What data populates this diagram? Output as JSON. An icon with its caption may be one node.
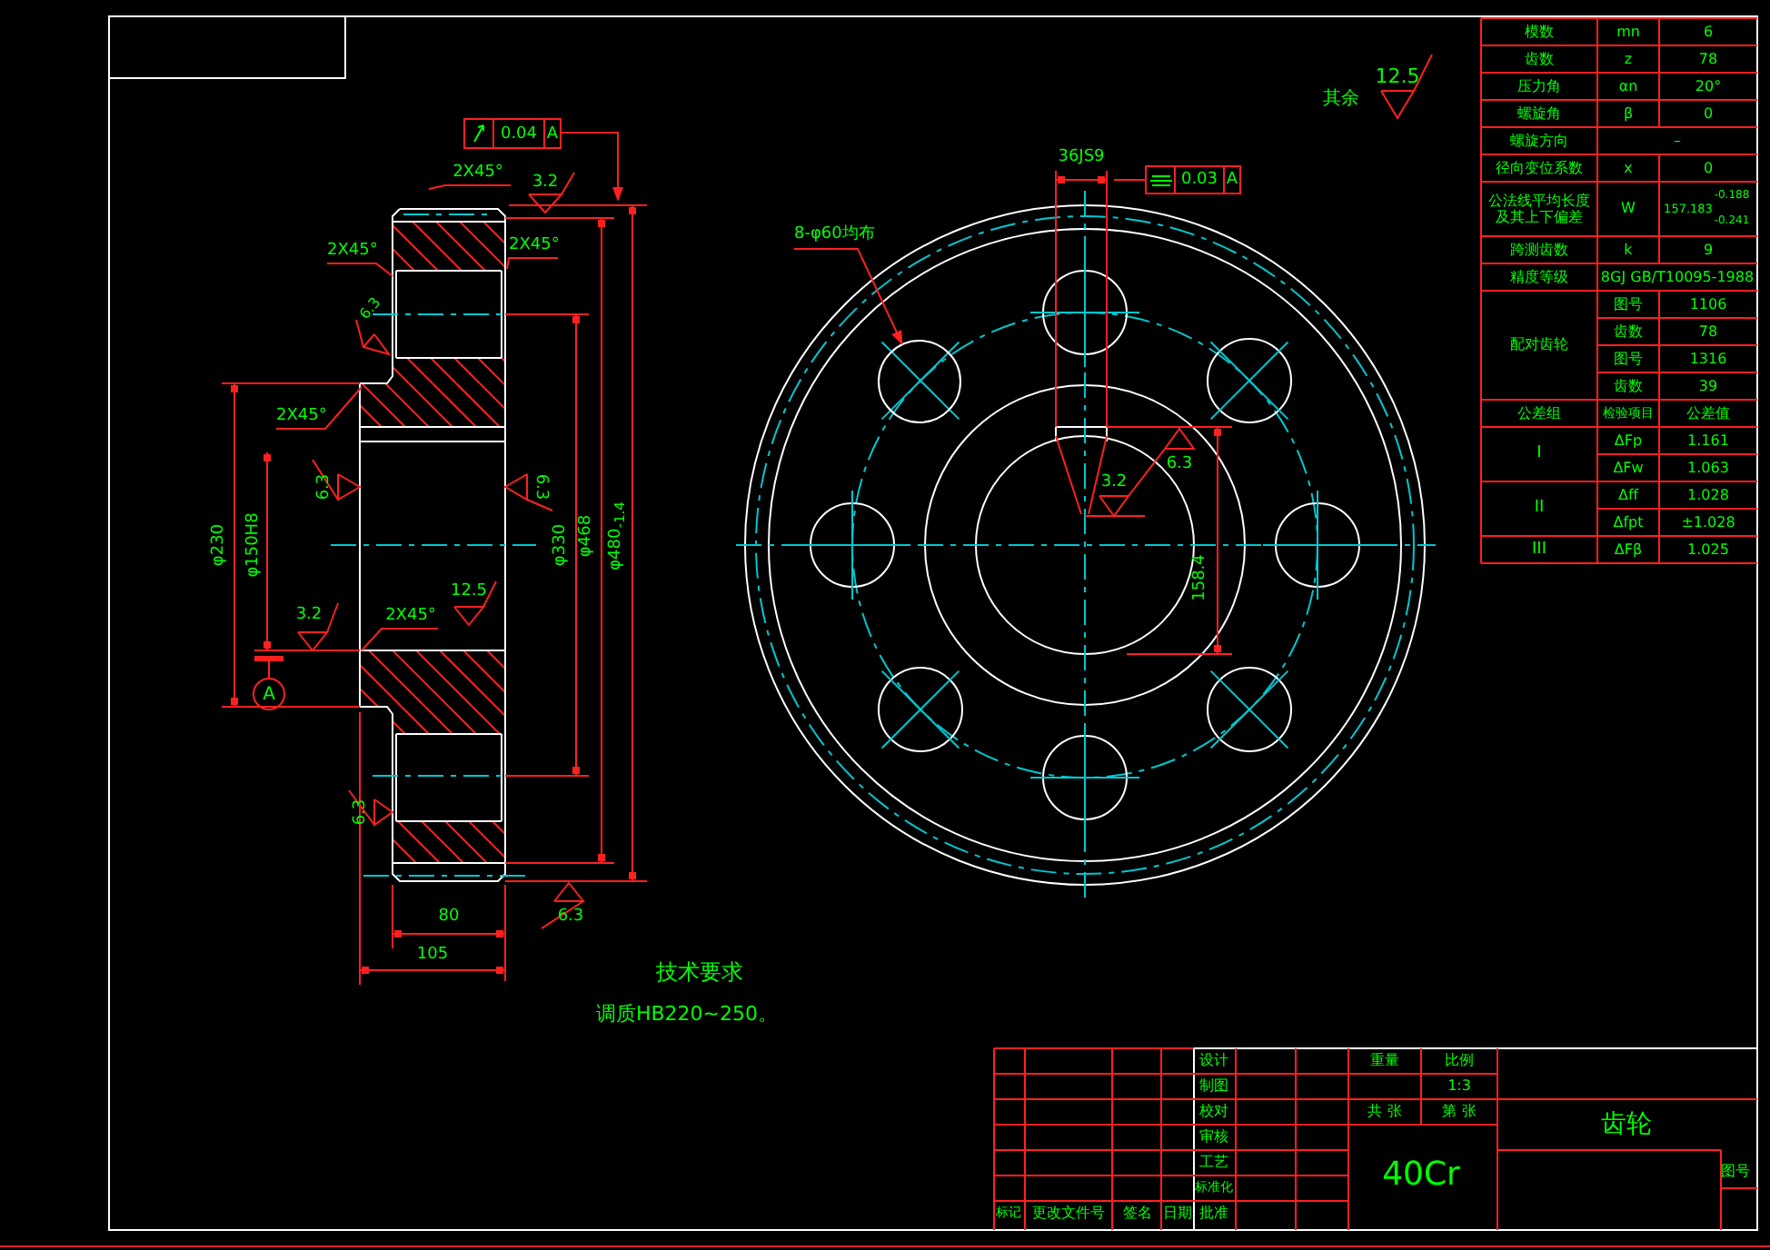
{
  "diagram": {
    "nodes": [
      {
        "text": [
          "0.04",
          "A"
        ]
      },
      {
        "text": [
          "0.03",
          "A"
        ]
      },
      {
        "text": [
          "A"
        ]
      },
      {
        "text": [
          "8-φ60均布"
        ]
      },
      {
        "text": [],
        "shape": "circle"
      },
      {
        "text": [
          "2X45°"
        ]
      },
      {
        "text": [
          "2X45°"
        ]
      },
      {
        "text": [
          "2X45°"
        ]
      },
      {
        "text": [
          "2X45°"
        ]
      },
      {
        "text": [
          "2X45°"
        ]
      }
    ],
    "edges": [
      {
        "from": 0,
        "to": null,
        "arrow": "to"
      },
      {
        "from": 1,
        "to": null,
        "arrow": "none"
      },
      {
        "from": 2,
        "to": null,
        "arrow": "none"
      },
      {
        "from": 3,
        "to": 4,
        "arrow": "to"
      },
      {
        "from": 5,
        "to": null,
        "arrow": "none"
      },
      {
        "from": 6,
        "to": null,
        "arrow": "none"
      },
      {
        "from": 7,
        "to": null,
        "arrow": "none"
      },
      {
        "from": 8,
        "to": null,
        "arrow": "none"
      },
      {
        "from": 9,
        "to": null,
        "arrow": "none"
      }
    ],
    "labels": [
      "其余",
      "12.5",
      "3.2",
      "6.3",
      "6.3",
      "6.3",
      "φ230",
      "φ150H8",
      "φ330",
      "φ468",
      "φ480$_{-1.4}$",
      "3.2",
      "12.5",
      "6.3",
      "80",
      "105",
      "6.3",
      "36JS9",
      "3.2",
      "6.3",
      "158.4",
      "技术要求",
      "调质HB220~250。",
      "模数",
      "mn",
      "6",
      "齿数",
      "z",
      "78",
      "压力角",
      "αn",
      "20°",
      "螺旋角",
      "β",
      "0",
      "螺旋方向",
      "–",
      "径向变位系数",
      "x",
      "0",
      "公法线平均长度及其上下偏差",
      "W",
      "157.183",
      "-0.188",
      "-0.241",
      "跨测齿数",
      "k",
      "9",
      "精度等级",
      "8GJ GB/T10095-1988",
      "配对齿轮",
      "图号",
      "1106",
      "齿数",
      "78",
      "图号",
      "1316",
      "齿数",
      "39",
      "公差组",
      "检验项目",
      "公差值",
      "I",
      "ΔFp",
      "1.161",
      "ΔFw",
      "1.063",
      "II",
      "Δff",
      "1.028",
      "Δfpt",
      "±1.028",
      "III",
      "ΔFβ",
      "1.025",
      "设计",
      "重量",
      "比例",
      "制图",
      "1:3",
      "校对",
      "共 张",
      "第 张",
      "齿轮",
      "审核",
      "40Cr",
      "工艺",
      "标准化",
      "图号",
      "标记",
      "更改文件号",
      "签名",
      "日期",
      "批准"
    ]
  }
}
